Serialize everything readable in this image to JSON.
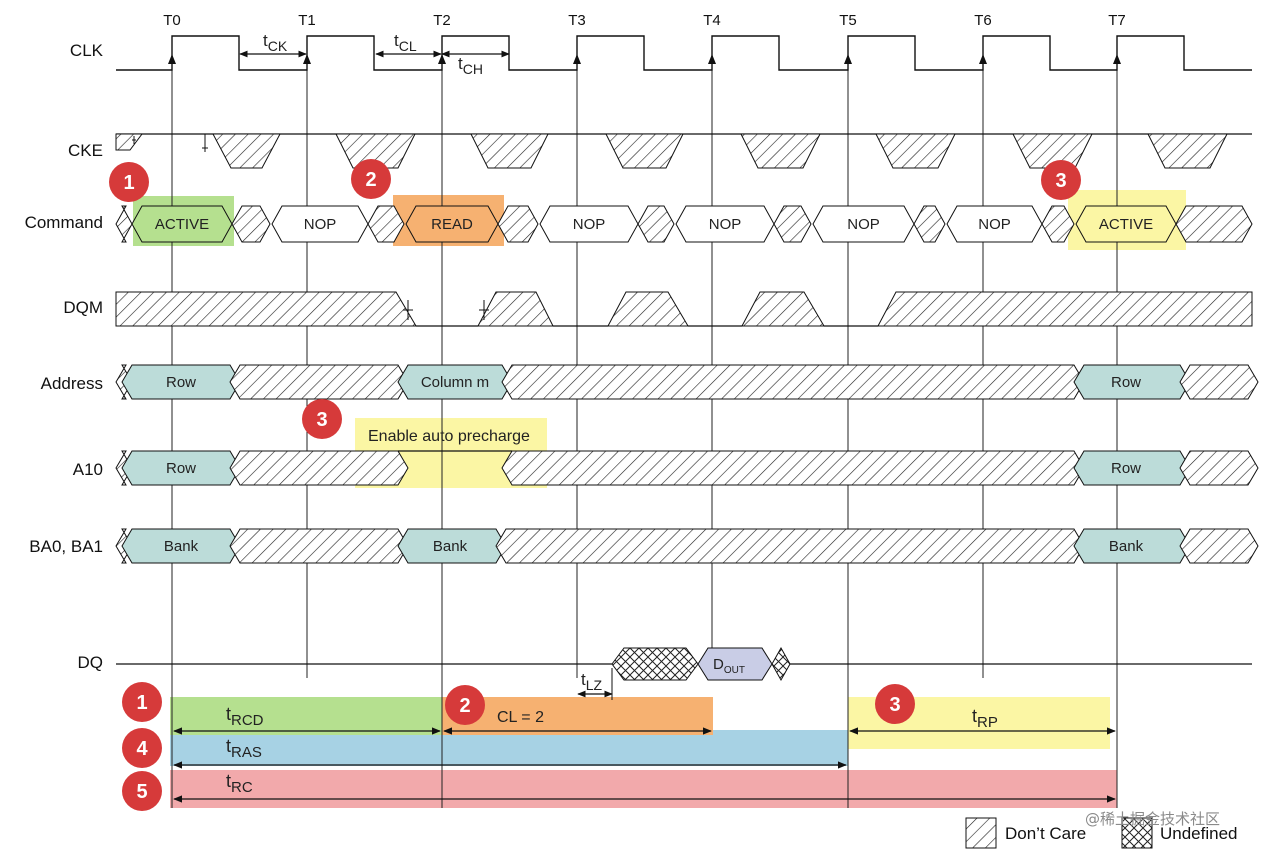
{
  "clock_ticks": [
    "T0",
    "T1",
    "T2",
    "T3",
    "T4",
    "T5",
    "T6",
    "T7"
  ],
  "signals": {
    "clk": "CLK",
    "cke": "CKE",
    "command": "Command",
    "dqm": "DQM",
    "address": "Address",
    "a10": "A10",
    "ba": "BA0, BA1",
    "dq": "DQ"
  },
  "clock_timing": {
    "tck": {
      "base": "t",
      "sub": "CK"
    },
    "tcl": {
      "base": "t",
      "sub": "CL"
    },
    "tch": {
      "base": "t",
      "sub": "CH"
    }
  },
  "command_boxes": [
    "ACTIVE",
    "NOP",
    "READ",
    "NOP",
    "NOP",
    "NOP",
    "NOP",
    "ACTIVE"
  ],
  "address_boxes": [
    "Row",
    "Column m",
    "Row"
  ],
  "a10_boxes": [
    "Row",
    "Row"
  ],
  "ba_boxes": [
    "Bank",
    "Bank",
    "Bank"
  ],
  "a10_note": "Enable auto precharge",
  "dq": {
    "dout": {
      "base": "D",
      "sub": "OUT"
    },
    "tlz": {
      "base": "t",
      "sub": "LZ"
    }
  },
  "intervals": {
    "trcd": {
      "base": "t",
      "sub": "RCD"
    },
    "cl": "CL = 2",
    "tras": {
      "base": "t",
      "sub": "RAS"
    },
    "trp": {
      "base": "t",
      "sub": "RP"
    },
    "trc": {
      "base": "t",
      "sub": "RC"
    }
  },
  "badges": {
    "cmd_1": "1",
    "cmd_2": "2",
    "cmd_3": "3",
    "a10_3": "3",
    "trcd_1": "1",
    "cl_2": "2",
    "trp_3": "3",
    "tras_4": "4",
    "trc_5": "5"
  },
  "legend": {
    "dont_care": "Don’t Care",
    "undefined": "Undefined"
  },
  "watermark": "@稀土掘金技术社区",
  "colors": {
    "row_fill": "#bcdcd9",
    "cmd_fill": "#ffffff",
    "dout_fill": "#c9cde6",
    "green": "#b5e08f",
    "orange": "#f6b171",
    "yellow": "#fbf6a4",
    "blue": "#a7d2e4",
    "pink": "#f2a9ab",
    "badge": "#d63a3a"
  }
}
